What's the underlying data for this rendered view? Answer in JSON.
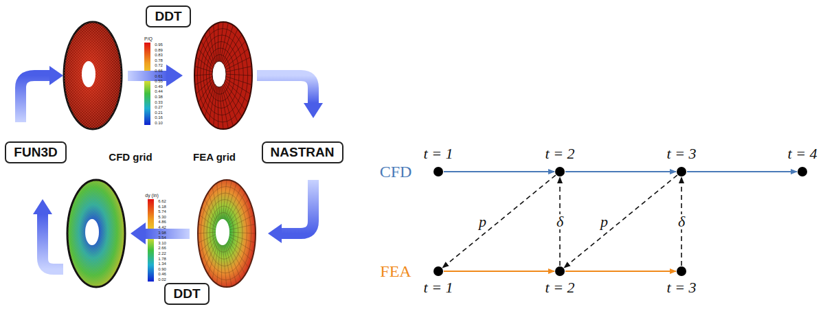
{
  "diagram": {
    "nodes": [
      {
        "text": [
          "DDT"
        ]
      },
      {
        "text": [
          "FUN3D"
        ]
      },
      {
        "text": [
          "NASTRAN"
        ]
      },
      {
        "text": [
          "DDT"
        ]
      },
      {
        "text": [
          "t = 1"
        ]
      },
      {
        "text": [
          "t = 2"
        ]
      },
      {
        "text": [
          "t = 3"
        ]
      },
      {
        "text": [
          "t = 4"
        ]
      },
      {
        "text": [
          "t = 1"
        ]
      },
      {
        "text": [
          "t = 2"
        ]
      },
      {
        "text": [
          "t = 3"
        ]
      }
    ],
    "edges": [
      {
        "from": 4,
        "to": 5,
        "arrow": "to"
      },
      {
        "from": 5,
        "to": 6,
        "arrow": "to"
      },
      {
        "from": 6,
        "to": 7,
        "arrow": "to"
      },
      {
        "from": 8,
        "to": 9,
        "arrow": "to"
      },
      {
        "from": 9,
        "to": 10,
        "arrow": "to"
      },
      {
        "from": 5,
        "to": 8,
        "label": "p",
        "arrow": "to"
      },
      {
        "from": 9,
        "to": 5,
        "label": "δ",
        "arrow": "to"
      },
      {
        "from": 6,
        "to": 9,
        "label": "p",
        "arrow": "to"
      },
      {
        "from": 10,
        "to": 6,
        "label": "δ",
        "arrow": "to"
      }
    ],
    "labels": [
      "CFD grid",
      "FEA grid",
      "CFD",
      "FEA",
      "P/Q",
      "0.95",
      "0.89",
      "0.83",
      "0.78",
      "0.72",
      "0.66",
      "0.61",
      "0.55",
      "0.49",
      "0.44",
      "0.38",
      "0.33",
      "0.27",
      "0.21",
      "0.16",
      "0.10",
      "dy (in)",
      "6.62",
      "6.18",
      "5.74",
      "5.30",
      "4.86",
      "4.42",
      "3.98",
      "3.54",
      "3.10",
      "2.66",
      "2.22",
      "1.78",
      "1.34",
      "0.90",
      "0.46",
      "0.02"
    ]
  }
}
